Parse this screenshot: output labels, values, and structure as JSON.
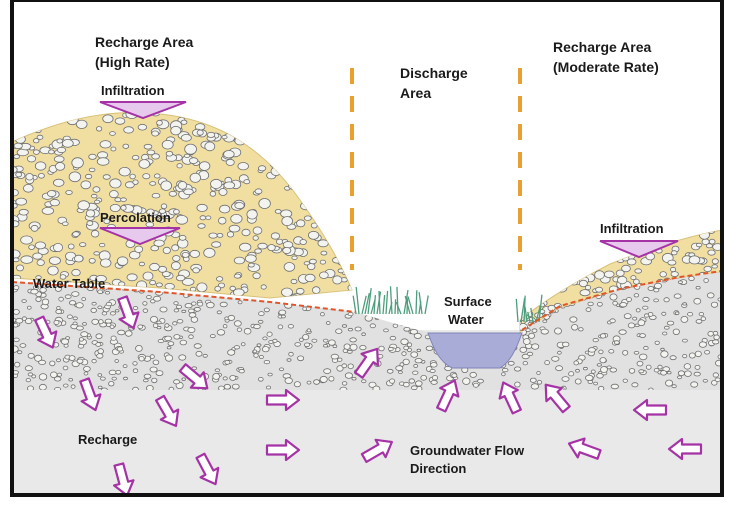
{
  "labels": {
    "recharge_high_1": "Recharge Area",
    "recharge_high_2": "(High Rate)",
    "infiltration_left": "Infiltration",
    "discharge_1": "Discharge",
    "discharge_2": "Area",
    "recharge_mod_1": "Recharge Area",
    "recharge_mod_2": "(Moderate Rate)",
    "percolation": "Percolation",
    "infiltration_right": "Infiltration",
    "water_table": "Water Table",
    "surface_water_1": "Surface",
    "surface_water_2": "Water",
    "recharge": "Recharge",
    "flow_1": "Groundwater Flow",
    "flow_2": "Direction"
  },
  "colors": {
    "sand": "#f1dfa2",
    "sand_edge": "#d9c17a",
    "aquifer": "#e1e1e1",
    "bedrock": "#e9e9e9",
    "pebble_fill": "#f3f3ef",
    "pebble_stroke": "#6f6f6f",
    "water": "#a9acd6",
    "water_edge": "#7f84b8",
    "grass": "#4d9e7c",
    "arrow_stroke": "#a533a5",
    "infil_fill": "#e7c9ee",
    "water_table": "#e1552a",
    "discharge_line": "#e8a030",
    "border": "#111111"
  }
}
